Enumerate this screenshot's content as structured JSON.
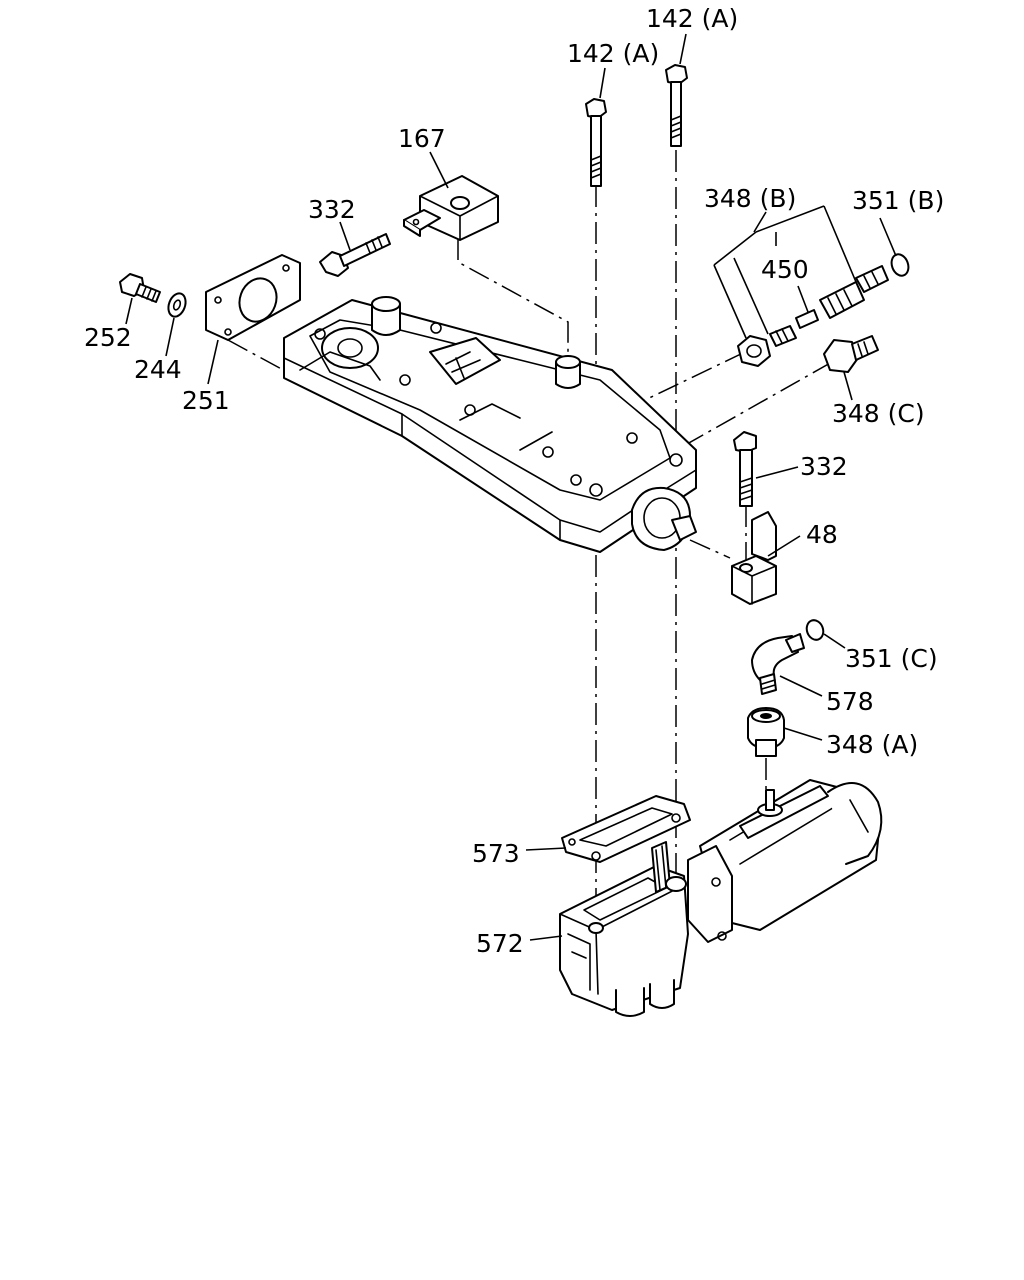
{
  "diagram": {
    "callouts": [
      {
        "id": "c-142a-top",
        "text": "142 (A)"
      },
      {
        "id": "c-142a-left",
        "text": "142 (A)"
      },
      {
        "id": "c-167",
        "text": "167"
      },
      {
        "id": "c-332-top",
        "text": "332"
      },
      {
        "id": "c-348b",
        "text": "348 (B)"
      },
      {
        "id": "c-351b",
        "text": "351 (B)"
      },
      {
        "id": "c-450",
        "text": "450"
      },
      {
        "id": "c-252",
        "text": "252"
      },
      {
        "id": "c-244",
        "text": "244"
      },
      {
        "id": "c-251",
        "text": "251"
      },
      {
        "id": "c-348c",
        "text": "348 (C)"
      },
      {
        "id": "c-332-right",
        "text": "332"
      },
      {
        "id": "c-48",
        "text": "48"
      },
      {
        "id": "c-351c",
        "text": "351 (C)"
      },
      {
        "id": "c-578",
        "text": "578"
      },
      {
        "id": "c-348a",
        "text": "348 (A)"
      },
      {
        "id": "c-573",
        "text": "573"
      },
      {
        "id": "c-572",
        "text": "572"
      }
    ]
  }
}
